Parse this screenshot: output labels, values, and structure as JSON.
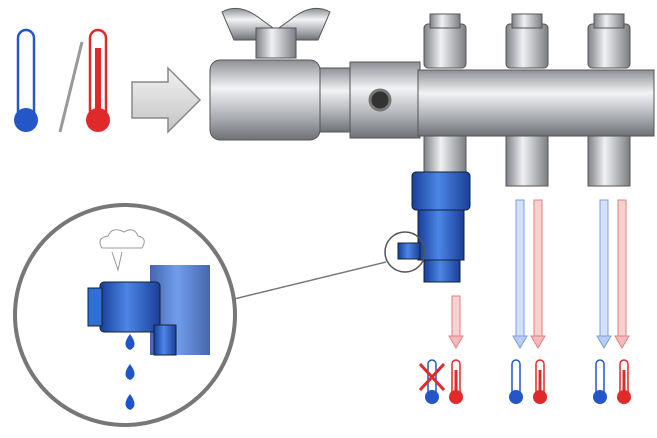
{
  "colors": {
    "cold": "#2456c8",
    "hot": "#e02a2a",
    "metal": "#b8bcc2",
    "drain_valve": "#2f6fd6",
    "arrow_gray": "#d0d0d0",
    "cold_flow": "#b9cdf2",
    "hot_flow": "#f4b9b9"
  },
  "icons": [
    "cold-thermometer-icon",
    "hot-thermometer-icon",
    "flow-arrow-icon",
    "manifold-illustration",
    "drain-valve-illustration",
    "magnifier-circle",
    "water-drop-icon",
    "cross-icon"
  ]
}
